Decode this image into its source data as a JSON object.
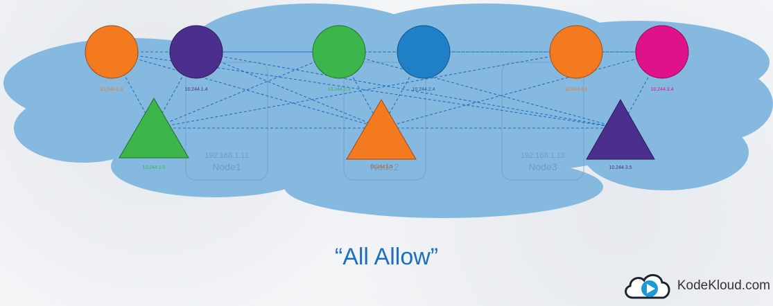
{
  "nodes": [
    {
      "ip": "192.168.1.11",
      "name": "Node1"
    },
    {
      "ip": "",
      "name": "Node2"
    },
    {
      "ip": "192.168.1.13",
      "name": "Node3"
    }
  ],
  "pods": [
    {
      "ip": "10.244.1.3",
      "shape": "circle",
      "color": "#f47a20"
    },
    {
      "ip": "10.244.1.4",
      "shape": "circle",
      "color": "#4b2f8c"
    },
    {
      "ip": "10.244.1.5",
      "shape": "triangle",
      "color": "#3cb54a"
    },
    {
      "ip": "10.244.2.3",
      "shape": "circle",
      "color": "#3cb54a"
    },
    {
      "ip": "10.244.2.4",
      "shape": "circle",
      "color": "#1f80c8"
    },
    {
      "ip": "10.244.2.5",
      "shape": "triangle",
      "color": "#f47a20"
    },
    {
      "ip": "10.244.3.3",
      "shape": "circle",
      "color": "#f47a20"
    },
    {
      "ip": "10.244.3.4",
      "shape": "circle",
      "color": "#e0128a"
    },
    {
      "ip": "10.244.3.5",
      "shape": "triangle",
      "color": "#4b2f8c"
    }
  ],
  "caption": "“All Allow”",
  "brand": {
    "name": "KodeKloud.com",
    "icon": "kodekloud-cloud-play-icon"
  },
  "colors": {
    "cloud": "#86b9e0",
    "link": "#1f6fc2",
    "caption": "#1c6fc0"
  }
}
